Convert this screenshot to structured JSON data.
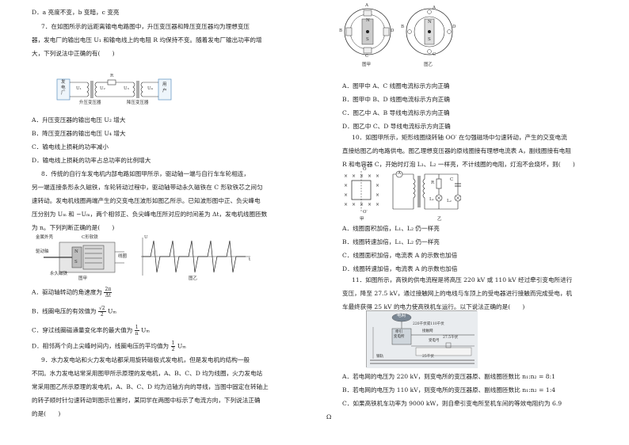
{
  "left": {
    "q6_opt_d": "D．a 亮度不变，b 变暗，c 变亮",
    "q7": {
      "stem_1": "7．在如图所示的远距离输电电路图中，升压变压器和降压变压器均为理想变压",
      "stem_2": "器，发电厂的输出电压 U₁ 和输电线上的电阻 R 均保持不变。随着发电厂输出功率的增",
      "stem_3": "大，下列说法中正确的有(　　)",
      "fig_labels": {
        "plant_1": "发",
        "plant_2": "电",
        "plant_3": "厂",
        "user_1": "用",
        "user_2": "户",
        "u1": "U₁",
        "u2": "U₂",
        "u3": "U₃",
        "u4": "U₄",
        "r": "R",
        "step_up": "升压变压器",
        "step_down": "降压变压器"
      },
      "opt_a": "A．升压变压器的输出电压 U₂ 增大",
      "opt_b": "B．降压变压器的输出电压 U₄ 增大",
      "opt_c": "C．输电线上损耗的功率减小",
      "opt_d": "D．输电线上损耗的功率占总功率的比例增大"
    },
    "q8": {
      "stem_1": "8．传统的自行车发电机内部电路如图甲所示，驱动轴一端与自行车车轮相连，",
      "stem_2": "另一端连接条形永久磁铁，车轮转动过程中，驱动轴带动永久磁铁在 C 形软铁芯之间匀",
      "stem_3": "速转动。发电机线圈两端产生的交变电压波形如图乙所示。已知波形图中正、负尖峰电",
      "stem_4": "压分别为 Uₘ 和 −Uₘ，两个相邻正、负尖峰电压所对应的时间差为 Δt，发电机线圈匝数",
      "stem_5": "为 n。下列判断正确的是(　　)",
      "fig_labels": {
        "metal_case": "金属外壳",
        "c_core": "C形软铁",
        "drive_shaft": "驱动轴",
        "magnet": "永久磁铁",
        "coil": "线圈",
        "n": "N",
        "s": "S",
        "u_axis": "U",
        "t_axis": "t",
        "fig_a": "图甲",
        "fig_b": "图乙"
      },
      "opt_a": "A．驱动轴转动的角速度为",
      "opt_a_num": "2π",
      "opt_a_den": "Δt",
      "opt_b": "B．线圈电压的有效值为",
      "opt_b_num": "√2",
      "opt_b_den": "2",
      "opt_b_tail": "Uₘ",
      "opt_c": "C．穿过线圈磁通量变化率的最大值为",
      "opt_c_num": "1",
      "opt_c_den": "n",
      "opt_c_tail": "Uₘ",
      "opt_d": "D．相邻两个向上尖峰时间内，线圈电压的平均值为",
      "opt_d_num": "1",
      "opt_d_den": "2",
      "opt_d_tail": "Uₘ"
    },
    "q9": {
      "stem_1": "9．水力发电站和火力发电站都采用旋转磁极式发电机，但是发电机的结构一般",
      "stem_2": "不同。水力发电站常采用图甲所示原理的发电机，A、B、C、D 均为线圈，火力发电站",
      "stem_3": "常采用图乙所示原理的发电机，A、B、C、D 均为沿轴方向的导线，当图中固定在转轴上",
      "stem_4": "的转子顺时针匀速转动到图示位置时，某同学在两图中标示了电流方向，下列说法正确",
      "stem_5": "的是(　　)"
    }
  },
  "right": {
    "q9_figs": {
      "fig_a": "图甲",
      "fig_b": "图乙",
      "a": "A",
      "b": "B",
      "c": "C",
      "d": "D",
      "n": "N",
      "s": "S"
    },
    "q9_opts": {
      "opt_a": "A．图甲中 A、C 线圈电流标示方向正确",
      "opt_b": "B．图甲中 B、D 线圈电流标示方向正确",
      "opt_c": "C．图乙中 A、B 导线电流标示方向正确",
      "opt_d": "D．图乙中 C、D 导线电流标示方向正确"
    },
    "q10": {
      "stem_1": "10．如图甲所示，矩形线圈绕转轴 OO′ 在匀强磁场中匀速转动，产生的交变电流",
      "stem_2": "直接给图乙的电路供电。图乙理想变压器的原线圈接有理想电流表 A，副线圈接有电阻",
      "stem_3": "R 和电容器 C，开始时灯泡 L₁、L₂ 一样亮，不计线圈的电阻，灯泡不会烧坏，则(　　)",
      "fig_labels": {
        "o": "O",
        "o2": "O′",
        "ammeter": "A",
        "r": "R",
        "c": "C",
        "l1": "L₁",
        "l2": "L₂",
        "fig_a": "甲",
        "fig_b": "乙"
      },
      "opt_a": "A．线圈面积加倍，L₁、L₂ 仍一样亮",
      "opt_b": "B．线圈转速加倍，L₁、L₂ 仍一样亮",
      "opt_c": "C．线圈面积加倍，电流表 A 的示数也加倍",
      "opt_d": "D．线圈转速加倍，电流表 A 的示数也加倍"
    },
    "q11": {
      "stem_1": "11．如图所示，高铁的供电流程是将高压 220 kV 或 110 kV 经过牵引变电所进行",
      "stem_2": "变压，降至 27.5 kV，通过接触网上的电线与车顶上的受电器进行接触而完成受电，机",
      "stem_3": "车最终获得 25 kV 的电力使高铁机车运行。以下说法正确的是(　　)",
      "fig_labels": {
        "grid": "电网",
        "kv_220_110": "220千伏或110千伏",
        "kv_275": "27.5千伏",
        "kv_25": "25千伏",
        "substation_1": "牵引",
        "substation_2": "变电所",
        "contact_line": "接触网",
        "pantograph": "受电弓",
        "rail": "钢轨"
      },
      "opt_a": "A．若电网的电压为 220 kV，则变电所的变压器原、副线圈匝数比 n₁:n₂ = 8:1",
      "opt_b": "B．若电网的电压为 110 kV，则变电所的变压器原、副线圈匝数比 n₁:n₂ = 1:4",
      "opt_c": "C．如果高铁机车功率为 9000 kW，则自牵引变电所至机车间的等效电阻约为 6.9",
      "opt_c_unit": "Ω"
    }
  }
}
